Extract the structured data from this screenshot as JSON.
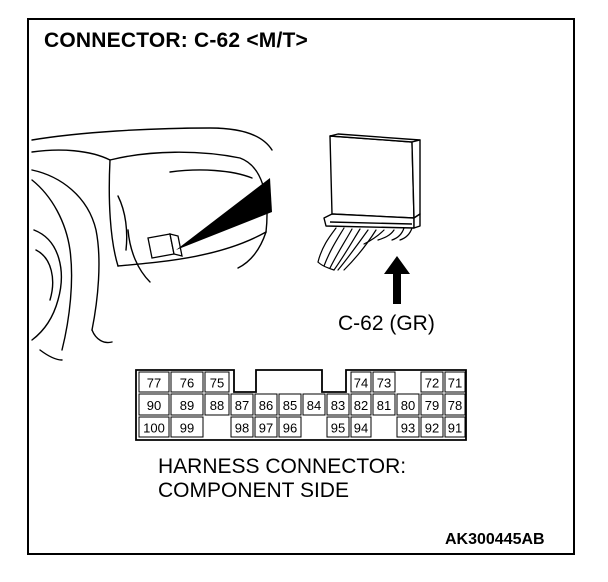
{
  "title": "CONNECTOR: C-62 <M/T>",
  "connector_label": "C-62 (GR)",
  "caption": {
    "line1": "HARNESS CONNECTOR:",
    "line2": "COMPONENT SIDE"
  },
  "reference_code": "AK300445AB",
  "pin_rows": [
    [
      "77",
      "76",
      "75",
      "",
      "",
      "",
      "",
      "",
      "74",
      "73",
      "",
      "72",
      "71"
    ],
    [
      "90",
      "89",
      "88",
      "87",
      "86",
      "85",
      "84",
      "83",
      "82",
      "81",
      "80",
      "79",
      "78"
    ],
    [
      "100",
      "99",
      "",
      "98",
      "97",
      "96",
      "",
      "95",
      "94",
      "",
      "93",
      "92",
      "91"
    ]
  ]
}
